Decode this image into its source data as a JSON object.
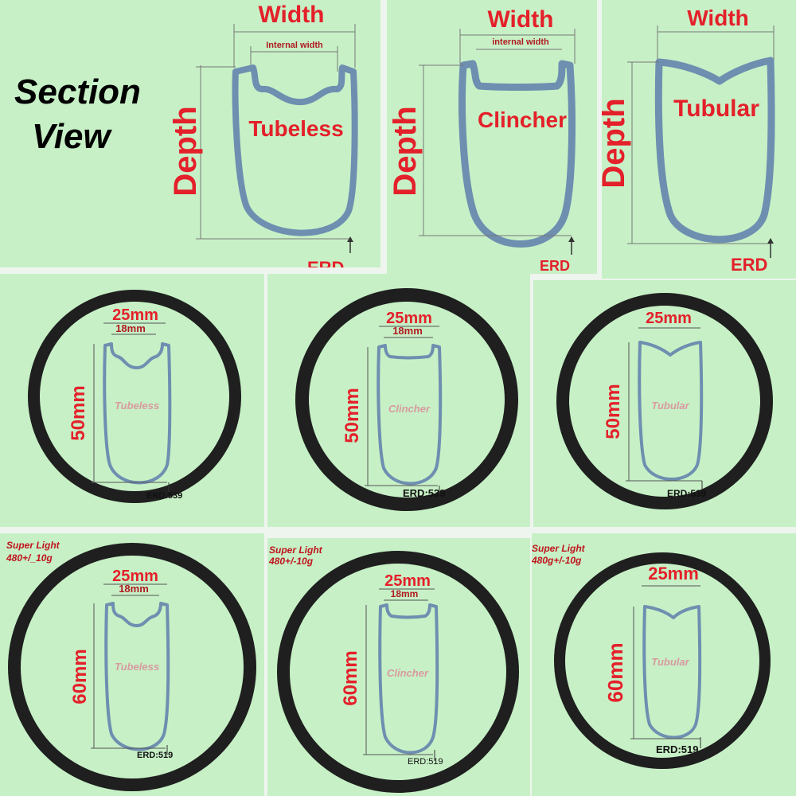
{
  "section": {
    "line1": "Section",
    "line2": "View"
  },
  "top": [
    {
      "width": "Width",
      "internal": "Internal width",
      "depth": "Depth",
      "name": "Tubeless",
      "erd": "ERD"
    },
    {
      "width": "Width",
      "internal": "internal width",
      "depth": "Depth",
      "name": "Clincher",
      "erd": "ERD"
    },
    {
      "width": "Width",
      "depth": "Depth",
      "name": "Tubular",
      "erd": "ERD"
    }
  ],
  "row50": [
    {
      "width": "25mm",
      "internal": "18mm",
      "depth": "50mm",
      "name": "Tubeless",
      "erd": "ERD:539"
    },
    {
      "width": "25mm",
      "internal": "18mm",
      "depth": "50mm",
      "name": "Clincher",
      "erd": "ERD:539"
    },
    {
      "width": "25mm",
      "depth": "50mm",
      "name": "Tubular",
      "erd": "ERD:539"
    }
  ],
  "row60": [
    {
      "weight1": "Super Light",
      "weight2": "480+/_10g",
      "width": "25mm",
      "internal": "18mm",
      "depth": "60mm",
      "name": "Tubeless",
      "erd": "ERD:519"
    },
    {
      "weight1": "Super Light",
      "weight2": "480+/-10g",
      "width": "25mm",
      "internal": "18mm",
      "depth": "60mm",
      "name": "Clincher",
      "erd": "ERD:519"
    },
    {
      "weight1": "Super Light",
      "weight2": "480g+/-10g",
      "width": "25mm",
      "depth": "60mm",
      "name": "Tubular",
      "erd": "ERD:519"
    }
  ],
  "colors": {
    "panel": "#c7f0c6",
    "rim": "#6e8fb0",
    "label": "#e4202a",
    "wheel": "#1e1f1e"
  }
}
